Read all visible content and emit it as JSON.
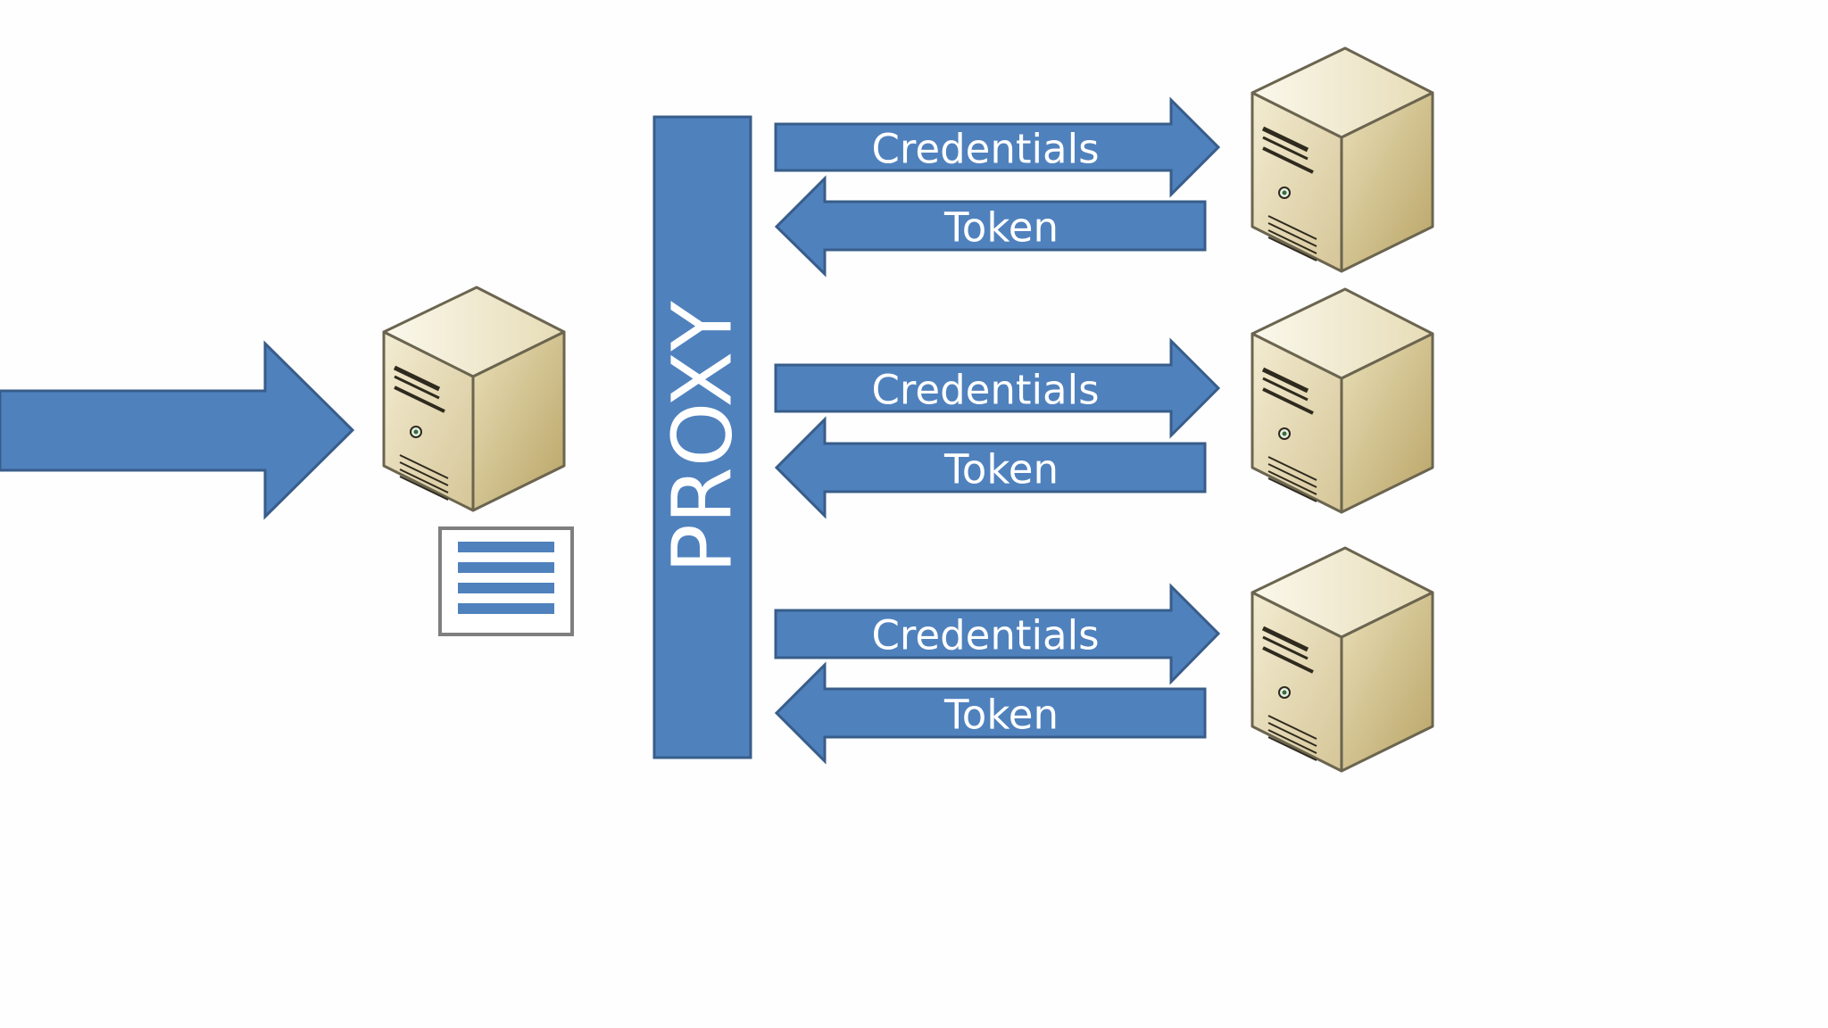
{
  "proxy": {
    "label": "PROXY"
  },
  "exchanges": [
    {
      "request_label": "Credentials",
      "response_label": "Token"
    },
    {
      "request_label": "Credentials",
      "response_label": "Token"
    },
    {
      "request_label": "Credentials",
      "response_label": "Token"
    }
  ],
  "colors": {
    "arrow_fill": "#4f81bd",
    "arrow_stroke": "#385d8a",
    "server_front": "#e8ddb8",
    "server_side": "#c9b885",
    "server_top": "#f4eed6",
    "document_border": "#7f7f7f"
  },
  "icons": {
    "client_server": "server-icon",
    "backend_servers": "server-icon",
    "config": "document-icon"
  }
}
